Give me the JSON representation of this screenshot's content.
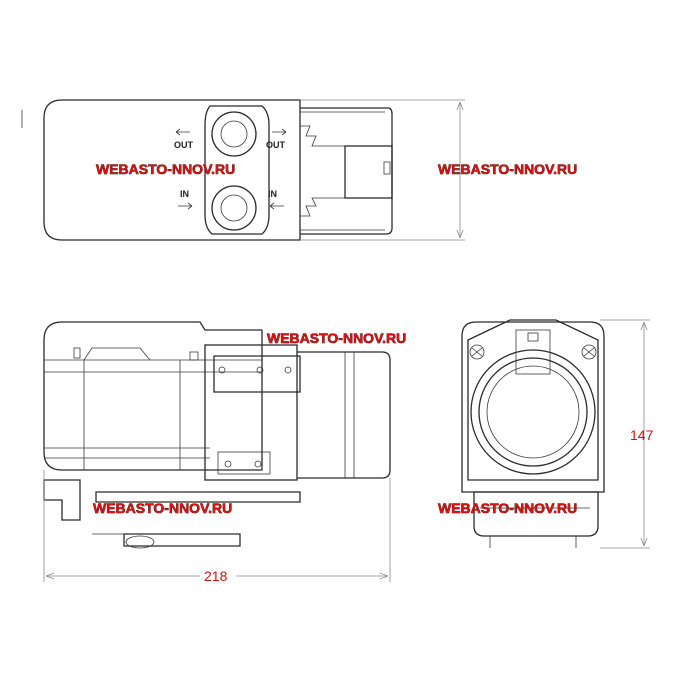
{
  "watermark": "WEBASTO-NNOV.RU",
  "dimensions": {
    "length": "218",
    "height": "147"
  },
  "ports": {
    "out_left": "OUT",
    "out_right": "OUT",
    "in_left": "IN",
    "in_right": "IN"
  },
  "colors": {
    "watermark": "#e01010",
    "dimension_text": "#d01010",
    "line": "#2b2b2b"
  }
}
